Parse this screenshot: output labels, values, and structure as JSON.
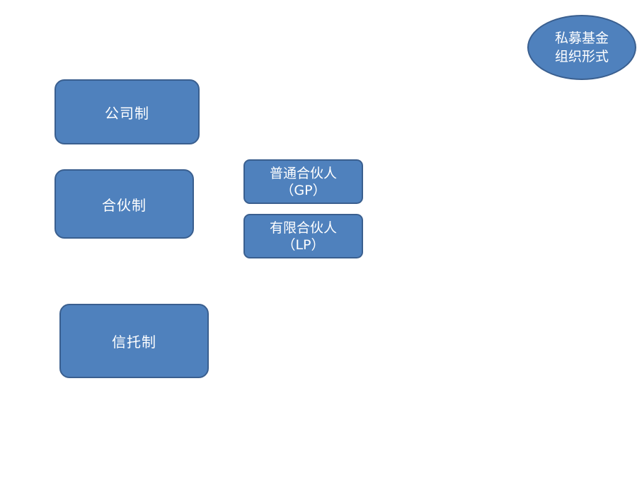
{
  "header": {
    "line1": "私募基金",
    "line2": "组织形式"
  },
  "forms": {
    "company": "公司制",
    "partnership": "合伙制",
    "trust": "信托制"
  },
  "partners": {
    "gp": {
      "name": "普通合伙人",
      "abbr": "（GP）"
    },
    "lp": {
      "name": "有限合伙人",
      "abbr": "（LP）"
    }
  },
  "colors": {
    "fill": "#4f81bd",
    "border": "#3a5f8f",
    "text": "#ffffff"
  }
}
